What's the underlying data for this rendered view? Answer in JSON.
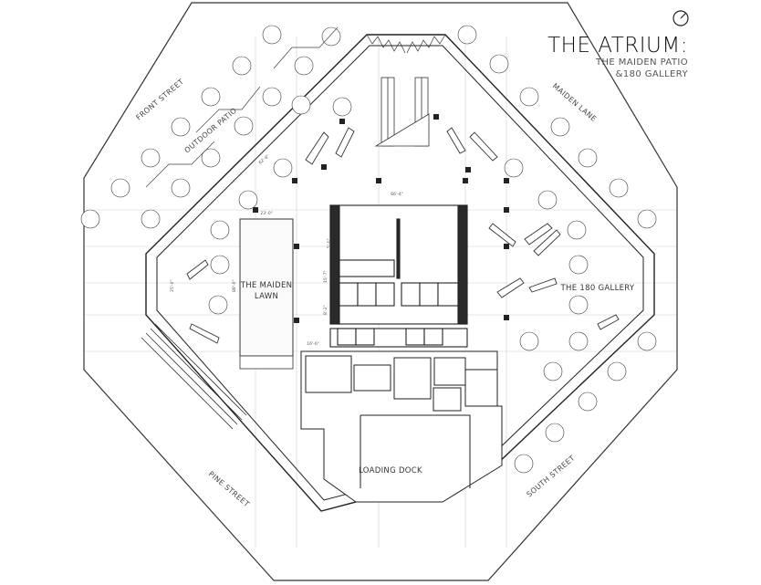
{
  "title": {
    "main": "THE ATRIUM:",
    "line1": "THE MAIDEN PATIO",
    "line2": "&180 GALLERY"
  },
  "streets": {
    "front": "FRONT STREET",
    "maiden": "MAIDEN LANE",
    "pine": "PINE STREET",
    "south": "SOUTH STREET"
  },
  "zones": {
    "outdoor_patio": "OUTDOOR PATIO",
    "lawn_line1": "THE MAIDEN",
    "lawn_line2": "LAWN",
    "gallery": "THE 180 GALLERY",
    "loading_dock": "LOADING DOCK"
  },
  "dimensions": {
    "top": "66'-4\"",
    "core_a": "5'-0\"",
    "core_b": "15'-7\"",
    "core_c": "8'-2\"",
    "left_a": "23'-0\"",
    "left_b": "88'-0\"",
    "left_c": "16'-6\"",
    "diag": "62'-6\"",
    "side": "25'-0\""
  },
  "colors": {
    "line": "#333333",
    "fill_dark": "#2a2a2a",
    "grid": "#bdbdbd"
  }
}
